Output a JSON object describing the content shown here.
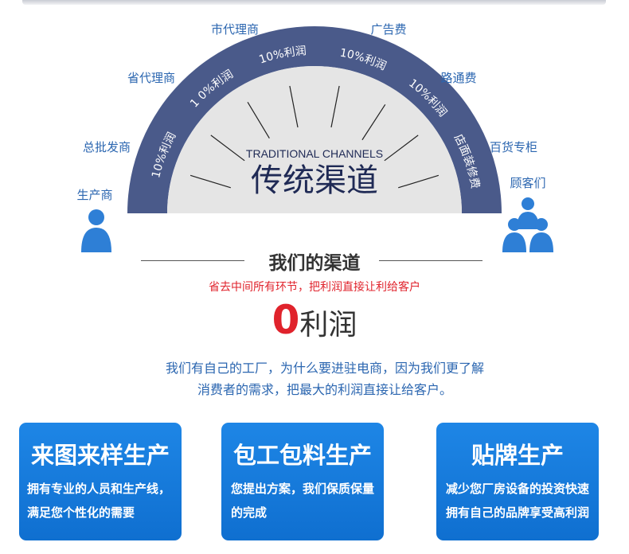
{
  "left_chain": [
    "生产商",
    "总批发商",
    "省代理商",
    "市代理商"
  ],
  "right_chain": [
    "广告费",
    "路通费",
    "百货专柜",
    "顾客们"
  ],
  "arc_markups": [
    "10%利润",
    "1 0%利润",
    "10%利润",
    "10%利润",
    "10%利润",
    "店面装修费"
  ],
  "arc_center": {
    "en": "TRADITIONAL CHANNELS",
    "cn": "传统渠道"
  },
  "our_channel": {
    "title": "我们的渠道",
    "subtitle": "省去中间所有环节，把利润直接让利给客户",
    "zero": "0",
    "profit": "利润"
  },
  "description": {
    "line1": "我们有自己的工厂，为什么要进驻电商，因为我们更了解",
    "line2": "消费者的需求，把最大的利润直接让给客户。"
  },
  "cards": [
    {
      "title": "来图来样生产",
      "body": "拥有专业的人员和生产线，满足您个性化的需要"
    },
    {
      "title": "包工包料生产",
      "body": "您提出方案，我们保质保量的完成"
    },
    {
      "title": "贴牌生产",
      "body": "减少您厂房设备的投资快速拥有自己的品牌享受高利润"
    }
  ],
  "colors": {
    "arc_outer": "#4a5a8a",
    "arc_inner": "#e5e5e5",
    "label_blue": "#2b66b0",
    "accent_red": "#e0232c",
    "card_blue": "#1a7fe0",
    "person_blue": "#2e7fd6"
  }
}
